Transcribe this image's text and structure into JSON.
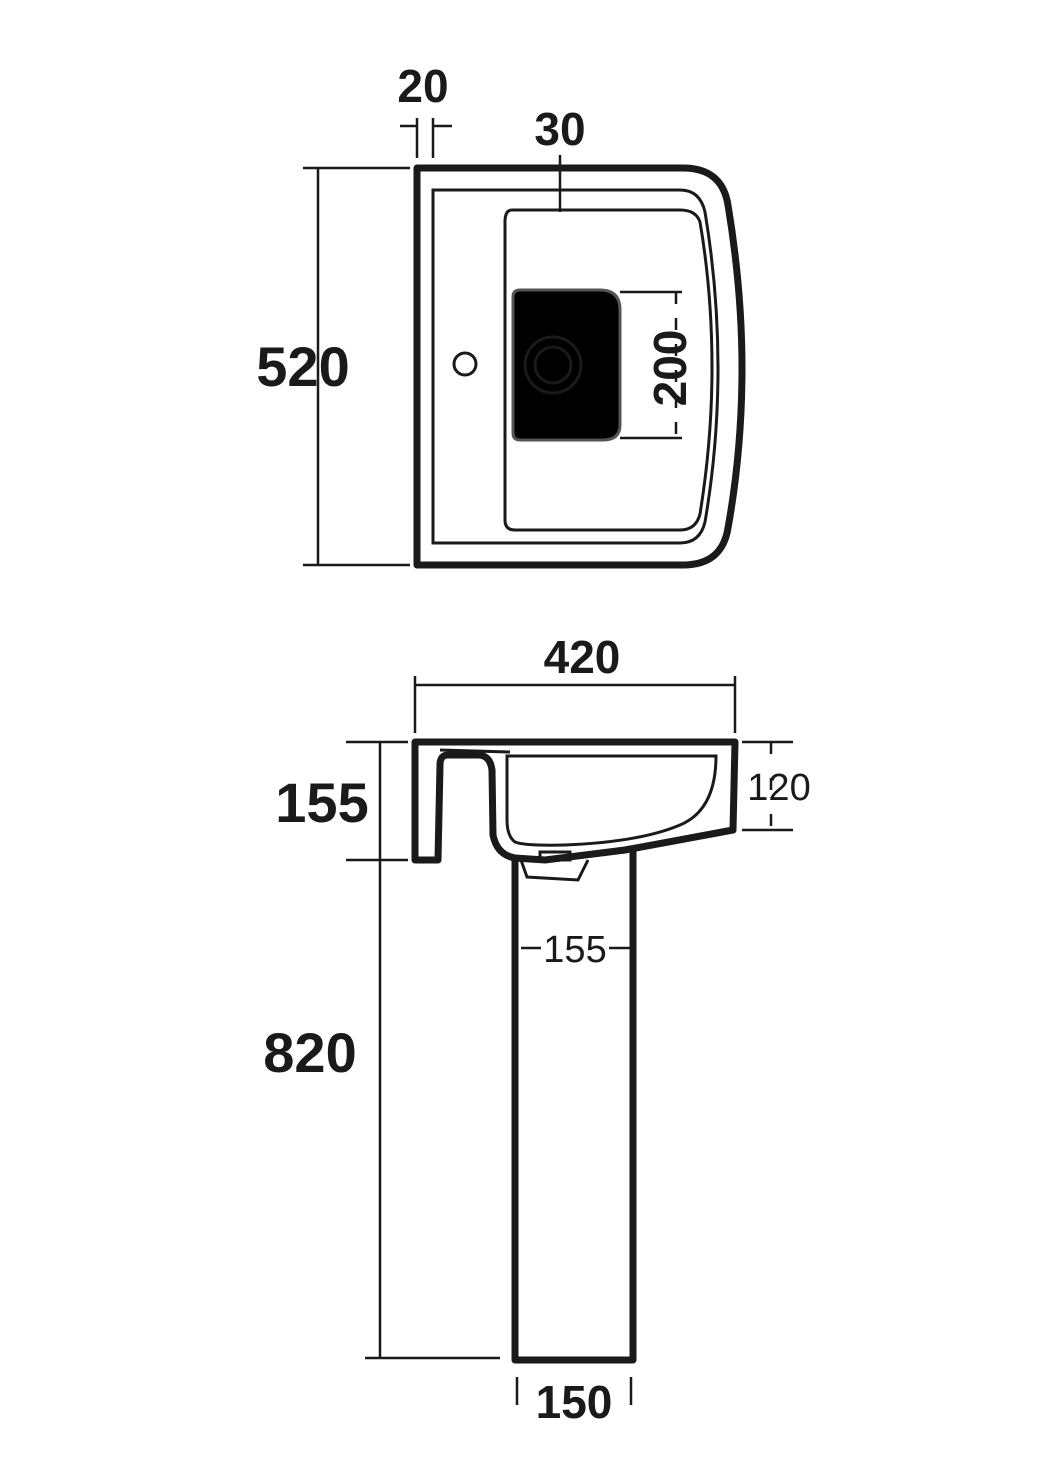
{
  "top_view": {
    "overflow_width": "20",
    "deck_depth": "30",
    "basin_length": "520",
    "bowl_length": "200"
  },
  "side_view": {
    "basin_width": "420",
    "basin_height": "155",
    "bowl_depth": "120",
    "pedestal_width": "155",
    "pedestal_height": "820",
    "pedestal_base_width": "150"
  }
}
